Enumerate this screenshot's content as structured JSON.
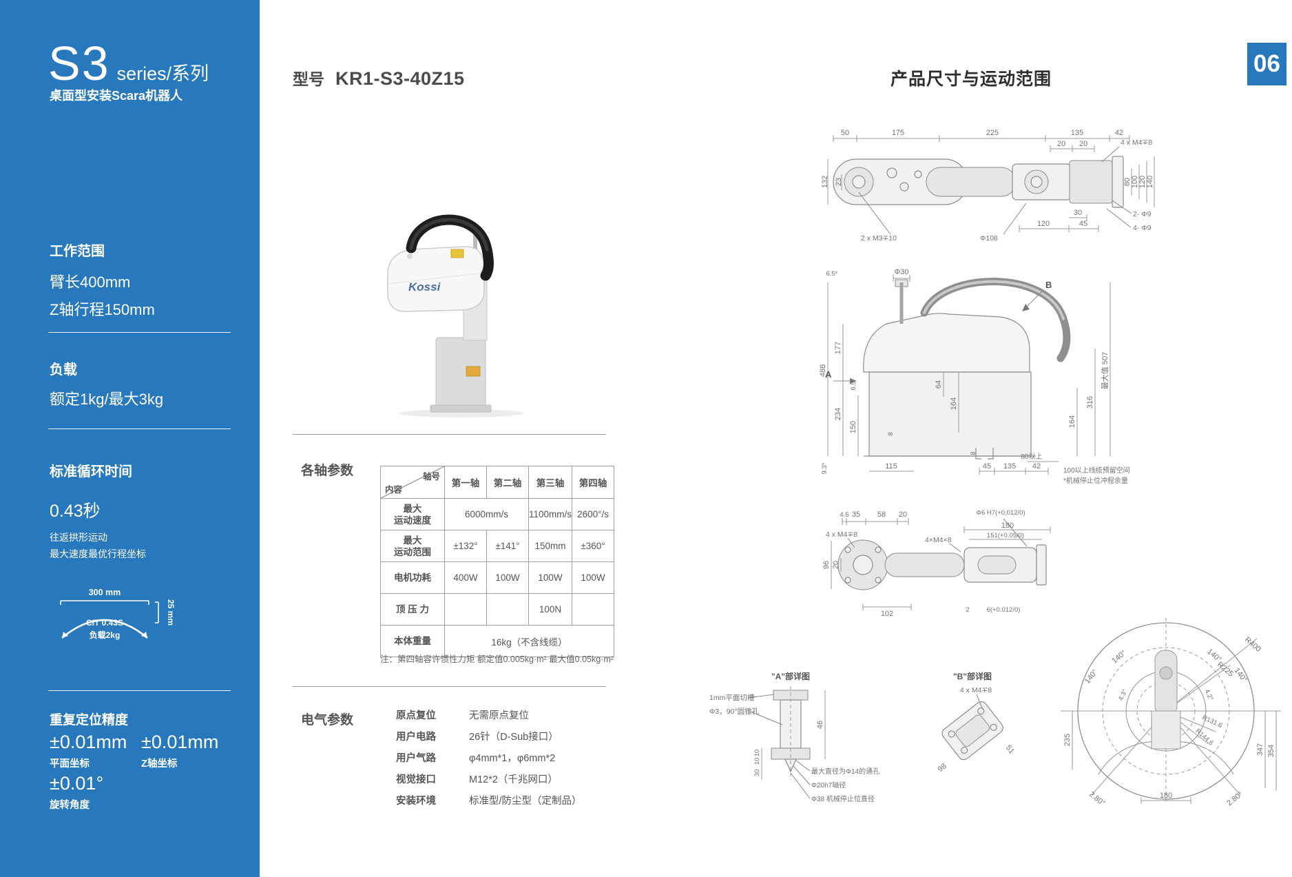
{
  "colors": {
    "accent": "#2878be"
  },
  "sidebar": {
    "series": "S3",
    "series_suffix": "series/系列",
    "subtitle": "桌面型安装Scara机器人",
    "work_range": {
      "title": "工作范围",
      "line1": "臂长400mm",
      "line2": "Z轴行程150mm"
    },
    "payload": {
      "title": "负载",
      "line1": "额定1kg/最大3kg"
    },
    "cycle": {
      "title": "标准循环时间",
      "value": "0.43秒",
      "note1": "往返拱形运动",
      "note2": "最大速度最优行程坐标",
      "diag_width": "300 mm",
      "diag_height": "25 mm",
      "diag_line1": "CIT 0.43S",
      "diag_line2": "负载2kg"
    },
    "precision": {
      "title": "重复定位精度",
      "v1": "±0.01mm",
      "l1": "平面坐标",
      "v2": "±0.01mm",
      "l2": "Z轴坐标",
      "v3": "±0.01°",
      "l3": "旋转角度"
    }
  },
  "main": {
    "model_label": "型号",
    "model_value": "KR1-S3-40Z15",
    "brand": "Kossi",
    "axis_table": {
      "title": "各轴参数",
      "corner_top": "轴号",
      "corner_bottom": "内容",
      "col1": "第一轴",
      "col2": "第二轴",
      "col3": "第三轴",
      "col4": "第四轴",
      "r1l1": "最大",
      "r1l2": "运动速度",
      "r1v12": "6000mm/s",
      "r1v3": "1100mm/s",
      "r1v4": "2600°/s",
      "r2l1": "最大",
      "r2l2": "运动范围",
      "r2v1": "±132°",
      "r2v2": "±141°",
      "r2v3": "150mm",
      "r2v4": "±360°",
      "r3l": "电机功耗",
      "r3v1": "400W",
      "r3v2": "100W",
      "r3v3": "100W",
      "r3v4": "100W",
      "r4l": "顶 压 力",
      "r4v3": "100N",
      "r5l": "本体重量",
      "r5v": "16kg（不含线缆）",
      "note": "注：第四轴容许惯性力矩  额定值0.005kg·m²  最大值0.05kg·m²"
    },
    "electrical": {
      "title": "电气参数",
      "items": [
        {
          "label": "原点复位",
          "value": "无需原点复位"
        },
        {
          "label": "用户电路",
          "value": "26针（D-Sub接口）"
        },
        {
          "label": "用户气路",
          "value": "φ4mm*1，φ6mm*2"
        },
        {
          "label": "视觉接口",
          "value": "M12*2（千兆网口）"
        },
        {
          "label": "安装环境",
          "value": "标准型/防尘型（定制品）"
        }
      ]
    }
  },
  "right": {
    "title": "产品尺寸与运动范围",
    "page_badge": "06",
    "top_view": {
      "d50": "50",
      "d175": "175",
      "d225": "225",
      "d135": "135",
      "d42": "42",
      "d20a": "20",
      "d20b": "20",
      "d132": "132",
      "d23": "23",
      "d120b": "120",
      "d45": "45",
      "d30": "30",
      "d80": "80",
      "d100": "100",
      "d120r": "120",
      "d140": "140",
      "c_m4": "4 x M4∓8",
      "c_m3": "2 x M3∓10",
      "c_d108": "Φ108",
      "c_2d9": "2- Φ9",
      "c_4d9": "4- Φ9"
    },
    "side_view": {
      "d65a": "6.5*",
      "d30": "Φ30",
      "d177": "177",
      "d488": "488",
      "d65b": "6.5*",
      "d234": "234",
      "d150": "150",
      "d93": "9.3*",
      "d115": "115",
      "d64": "64",
      "d164l": "164",
      "d8a": "8",
      "d8b": "8",
      "d164r": "164",
      "d316": "316",
      "d507": "最大值 507",
      "d45": "45",
      "d135": "135",
      "d42": "42",
      "d80plus": "80以上",
      "arrow_a": "A",
      "arrow_b": "B",
      "note1": "100以上线缆预留空间",
      "note2": "*机械停止位冲程余量"
    },
    "bottom_view": {
      "d45": "4.5",
      "d35": "35",
      "d58": "58",
      "d20": "20",
      "c_h7": "Φ6 H7(+0.012/0)",
      "d180": "180",
      "d151": "151(+0.05/0)",
      "c_m4a": "4 x M4∓8",
      "c_m4b": "4×M4×8",
      "d96": "96",
      "d20l": "20",
      "d102": "102",
      "d2": "2",
      "d6": "6(+0.012/0)"
    },
    "detail_a": {
      "title": "\"A\"部详图",
      "c_groove": "1mm平面切槽",
      "c_cone": "Φ3，90°圆锥孔",
      "d10a": "10",
      "d10b": "10",
      "d30": "30",
      "d46": "46",
      "n1": "最大直径为Φ14的通孔",
      "n2": "Φ20h7轴径",
      "n3": "Φ38 机械停止位直径"
    },
    "detail_b": {
      "title": "\"B\"部详图",
      "c_m4": "4 x M4∓8",
      "d98": "98",
      "d51": "51"
    },
    "motion": {
      "r400": "R400",
      "r225": "R225",
      "r1316": "R131.6",
      "r1446": "R144.6",
      "a140a": "140°",
      "a140b": "140°",
      "a140c": "140°",
      "a140d": "140°",
      "a43": "4.3°",
      "a42": "4.2°",
      "a28a": "2.80°",
      "a28b": "2.80°",
      "d235": "235",
      "d347": "347",
      "d354": "354",
      "d180": "180"
    }
  }
}
